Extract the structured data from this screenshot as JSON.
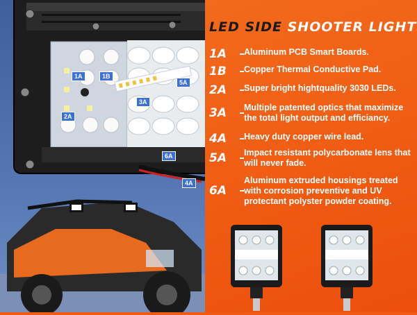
{
  "title": {
    "part1": "LED SIDE",
    "part2": "SHOOTER LIGHTS"
  },
  "features": [
    {
      "code": "1A",
      "text": "Aluminum PCB Smart Boards."
    },
    {
      "code": "1B",
      "text": "Copper Thermal Conductive Pad."
    },
    {
      "code": "2A",
      "text": "Super bright hightquality 3030 LEDs."
    },
    {
      "code": "3A",
      "text": "Multiple patented optics that maximize the total light output and efficiancy."
    },
    {
      "code": "4A",
      "text": "Heavy duty copper wire lead."
    },
    {
      "code": "5A",
      "text": "Impact resistant polycarbonate lens that will never fade."
    },
    {
      "code": "6A",
      "text": "Aluminum extruded housings treated with corrosion preventive and UV protectant polyster powder coating."
    }
  ],
  "callouts": [
    "1A",
    "1B",
    "2A",
    "3A",
    "5A",
    "6A",
    "4A"
  ],
  "colors": {
    "orange": "#f05a12",
    "blue_bg": "#4f6fad",
    "tag_blue": "#3c6fd8",
    "housing": "#1f1f1f"
  }
}
